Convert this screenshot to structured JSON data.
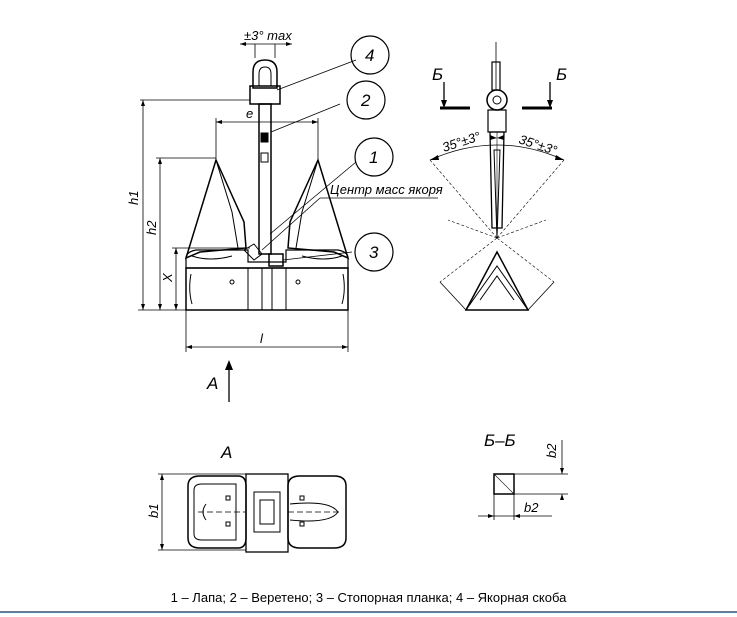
{
  "labels": {
    "angle_tolerance": "±3° max",
    "dim_e": "e",
    "dim_h1": "h1",
    "dim_h2": "h2",
    "dim_x": "X",
    "dim_l": "l",
    "dim_b1": "b1",
    "dim_b2_vertical": "b2",
    "dim_b2_horizontal": "b2",
    "angle_left": "35°±3°",
    "angle_right": "35°±3°",
    "center_of_mass": "Центр масс якоря",
    "section_mark_left": "Б",
    "section_mark_right": "Б",
    "view_arrow": "A",
    "view_a_title": "A",
    "section_title": "Б–Б"
  },
  "balloons": [
    "1",
    "2",
    "3",
    "4"
  ],
  "caption": "1 – Лапа; 2 – Веретено; 3 – Стопорная планка; 4 – Якорная скоба",
  "colors": {
    "line": "#000000",
    "accent": "#5b7fa6"
  }
}
